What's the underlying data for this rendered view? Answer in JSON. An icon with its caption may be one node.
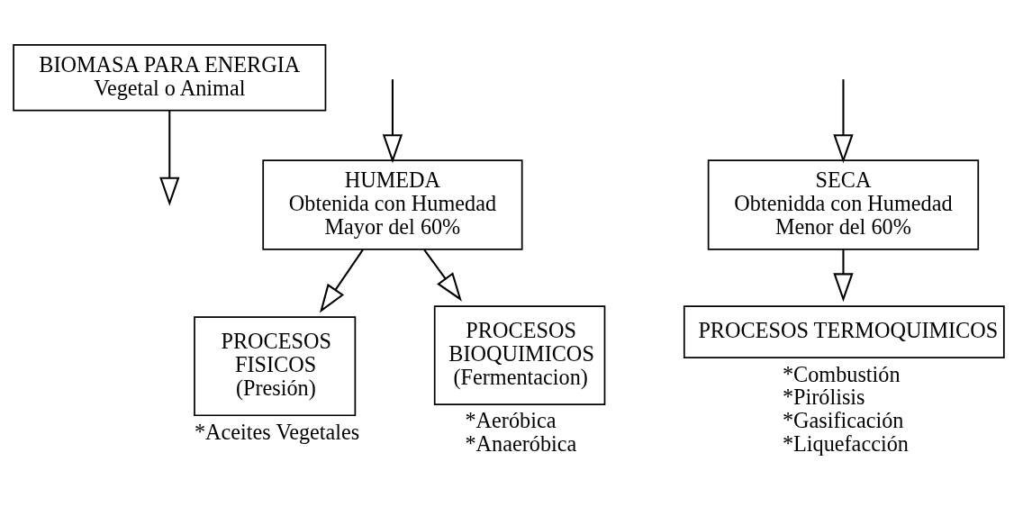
{
  "diagram": {
    "nodes": [
      {
        "text": [
          "BIOMASA PARA ENERGIA",
          "Vegetal o Animal"
        ]
      },
      {
        "text": [
          "HUMEDA",
          "Obtenida con Humedad Mayor del 60%"
        ]
      },
      {
        "text": [
          "SECA",
          "Obtenidda con Humedad Menor del 60%"
        ]
      },
      {
        "text": [
          "PROCESOS FISICOS",
          "(Presión)"
        ],
        "beside": [
          "*Aceites Vegetales"
        ]
      },
      {
        "text": [
          "PROCESOS BIOQUIMICOS",
          "(Fermentacion)"
        ],
        "beside": [
          "*Aeróbica",
          "*Anaeróbica"
        ]
      },
      {
        "text": [
          "PROCESOS TERMOQUIMICOS"
        ],
        "beside": [
          "*Combustión",
          "*Pirólisis",
          "*Gasificación",
          "*Liquefacción"
        ]
      }
    ],
    "edges": [
      {
        "from": 0,
        "to": null,
        "arrow": "to"
      },
      {
        "from": null,
        "to": 1,
        "arrow": "to"
      },
      {
        "from": null,
        "to": 2,
        "arrow": "to"
      },
      {
        "from": 1,
        "to": 3,
        "arrow": "to"
      },
      {
        "from": 1,
        "to": 4,
        "arrow": "to"
      },
      {
        "from": 2,
        "to": 5,
        "arrow": "to"
      }
    ]
  }
}
